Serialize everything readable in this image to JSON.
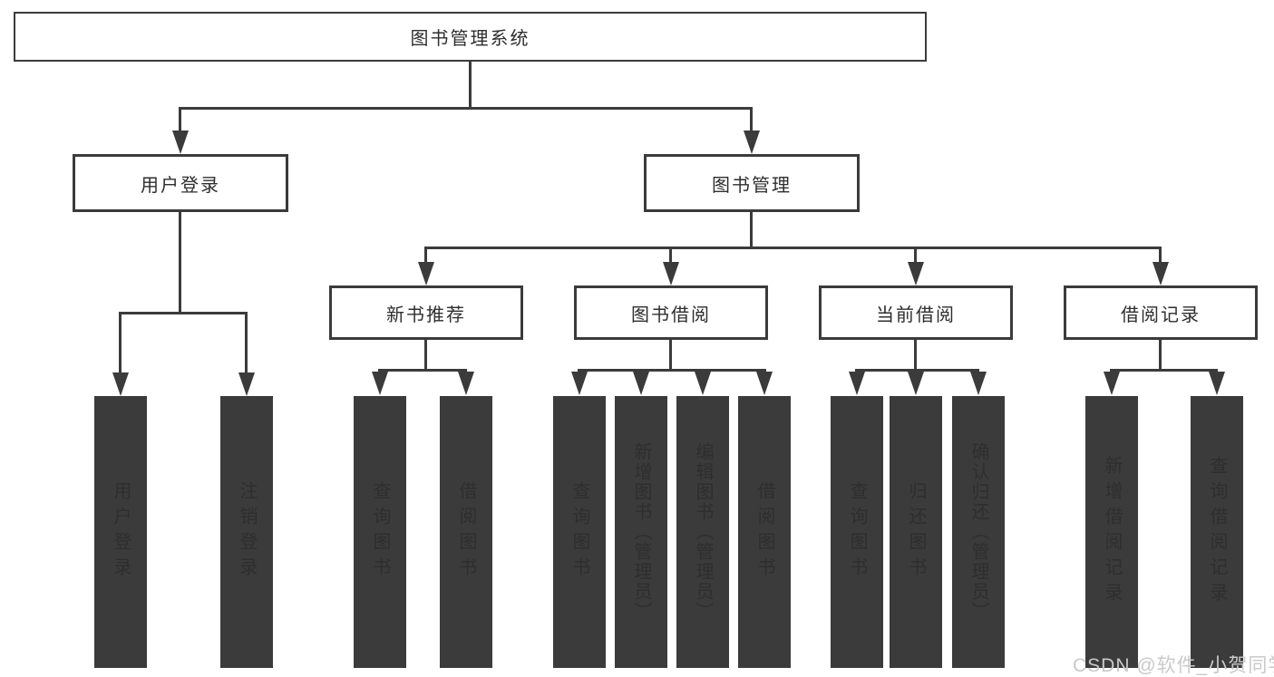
{
  "colors": {
    "line": "#3b3b3b",
    "border": "#3b3b3b",
    "text": "#2e2e2e",
    "watermark": "#c9c9c9",
    "background": "#ffffff"
  },
  "diagram": {
    "root": "图书管理系统",
    "level2": {
      "login": "用户登录",
      "mgmt": "图书管理"
    },
    "level3": {
      "recommend": "新书推荐",
      "borrow": "图书借阅",
      "current": "当前借阅",
      "records": "借阅记录"
    },
    "leaves": {
      "login1": "用户登录",
      "login2": "注销登录",
      "rec1": "查询图书",
      "rec2": "借阅图书",
      "bor1": "查询图书",
      "bor2": "新增图书（管理员）",
      "bor3": "编辑图书（管理员）",
      "bor4": "借阅图书",
      "cur1": "查询图书",
      "cur2": "归还图书",
      "cur3": "确认归还（管理员）",
      "log1": "新增借阅记录",
      "log2": "查询借阅记录"
    }
  },
  "watermark": {
    "text": "CSDN @软件_小贺同学"
  }
}
